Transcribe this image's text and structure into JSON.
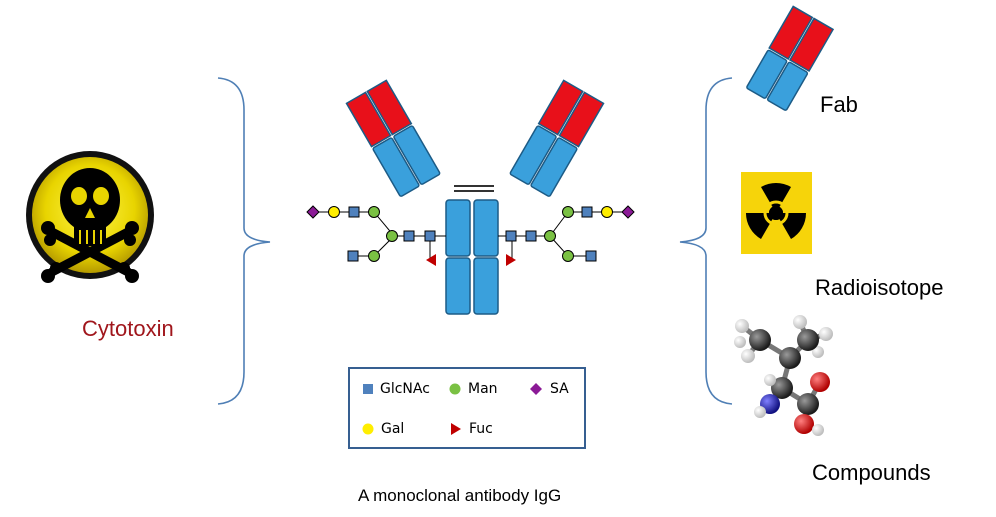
{
  "left": {
    "label": "Cytotoxin",
    "label_color": "#a0161c",
    "icon": "skull-crossbones-icon"
  },
  "center": {
    "caption": "A monoclonal antibody IgG",
    "colors": {
      "heavy_chain": "#3aa0dc",
      "light_chain_variable": "#e8101a",
      "chain_outline": "#1c5b86",
      "bracket": "#4f7fb5"
    }
  },
  "legend": {
    "border_color": "#365f91",
    "items": [
      {
        "label": "GlcNAc",
        "shape": "square",
        "color": "#4f81bd"
      },
      {
        "label": "Man",
        "shape": "circle",
        "color": "#7ac143"
      },
      {
        "label": "SA",
        "shape": "diamond",
        "color": "#8b1a96"
      },
      {
        "label": "Gal",
        "shape": "circle",
        "color": "#ffee00"
      },
      {
        "label": "Fuc",
        "shape": "triangle",
        "color": "#c00000"
      }
    ]
  },
  "right": {
    "items": [
      {
        "label": "Fab",
        "icon": "fab-fragment-icon"
      },
      {
        "label": "Radioisotope",
        "icon": "radiation-icon"
      },
      {
        "label": "Compounds",
        "icon": "molecule-icon"
      }
    ]
  }
}
